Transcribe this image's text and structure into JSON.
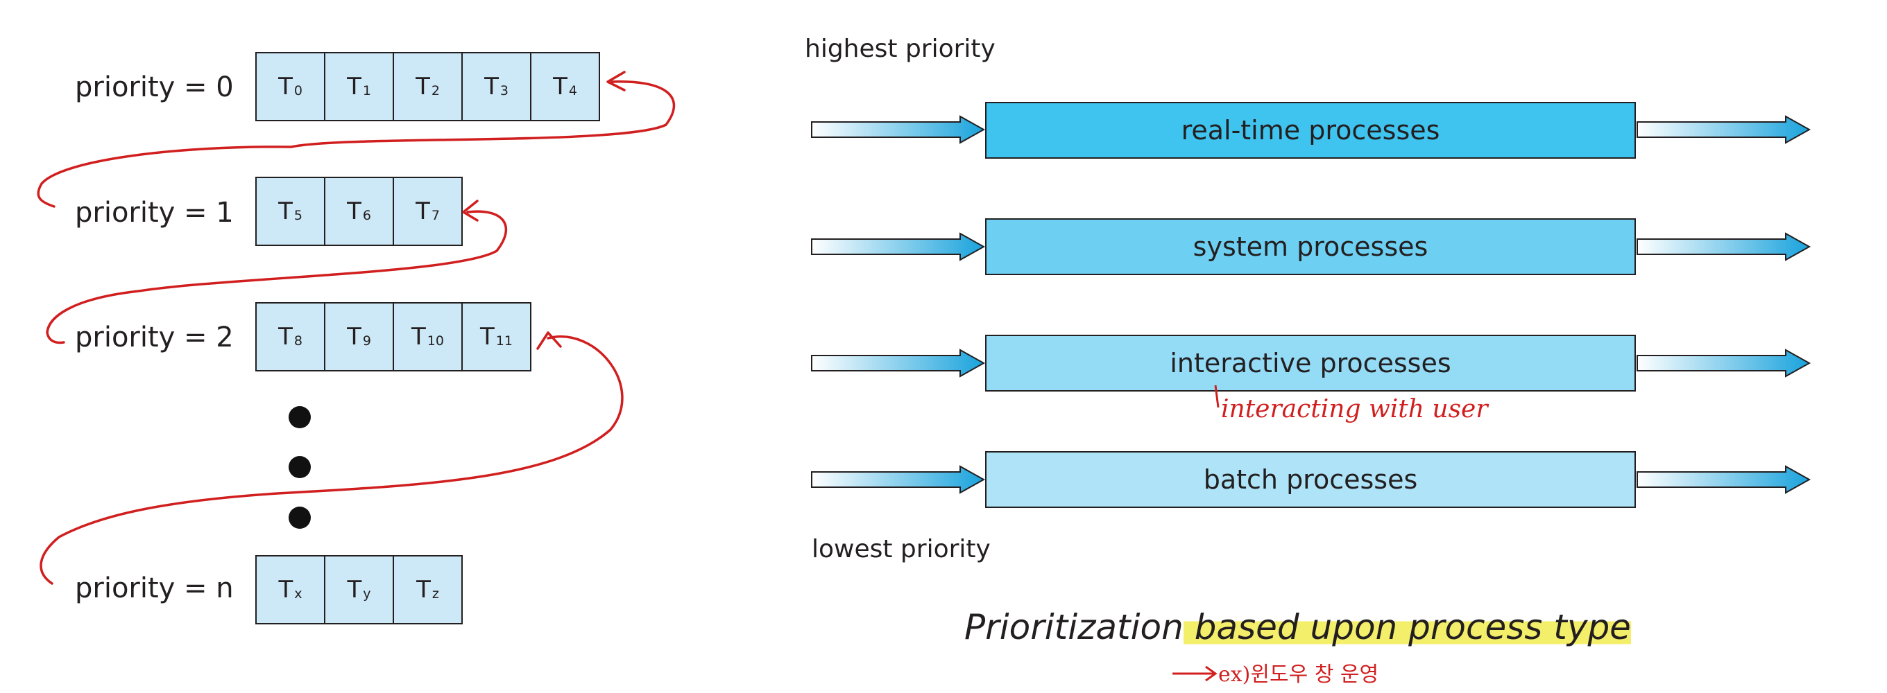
{
  "queues": [
    {
      "label": "priority = 0",
      "tasks": [
        {
          "t": "T",
          "sub": "0"
        },
        {
          "t": "T",
          "sub": "1"
        },
        {
          "t": "T",
          "sub": "2"
        },
        {
          "t": "T",
          "sub": "3"
        },
        {
          "t": "T",
          "sub": "4"
        }
      ]
    },
    {
      "label": "priority = 1",
      "tasks": [
        {
          "t": "T",
          "sub": "5"
        },
        {
          "t": "T",
          "sub": "6"
        },
        {
          "t": "T",
          "sub": "7"
        }
      ]
    },
    {
      "label": "priority = 2",
      "tasks": [
        {
          "t": "T",
          "sub": "8"
        },
        {
          "t": "T",
          "sub": "9"
        },
        {
          "t": "T",
          "sub": "10"
        },
        {
          "t": "T",
          "sub": "11"
        }
      ]
    },
    {
      "label": "priority = n",
      "tasks": [
        {
          "t": "T",
          "sub": "x"
        },
        {
          "t": "T",
          "sub": "y"
        },
        {
          "t": "T",
          "sub": "z"
        }
      ]
    }
  ],
  "right": {
    "highest_label": "highest priority",
    "lowest_label": "lowest priority",
    "bands": [
      {
        "label": "real-time processes",
        "color": "#3fc3ef"
      },
      {
        "label": "system processes",
        "color": "#6dd0f3"
      },
      {
        "label": "interactive processes",
        "color": "#94dbf6"
      },
      {
        "label": "batch processes",
        "color": "#aee3f8"
      }
    ]
  },
  "annotations": {
    "interactive_note": "interacting with user",
    "caption_plain": "Prioritization",
    "caption_highlight": " based upon process type",
    "example_note": "ex)윈도우 창 운영"
  },
  "colors": {
    "pen_red": "#d11f1f",
    "queue_fill": "#cde8f7",
    "highlight": "#f4ef6b"
  }
}
